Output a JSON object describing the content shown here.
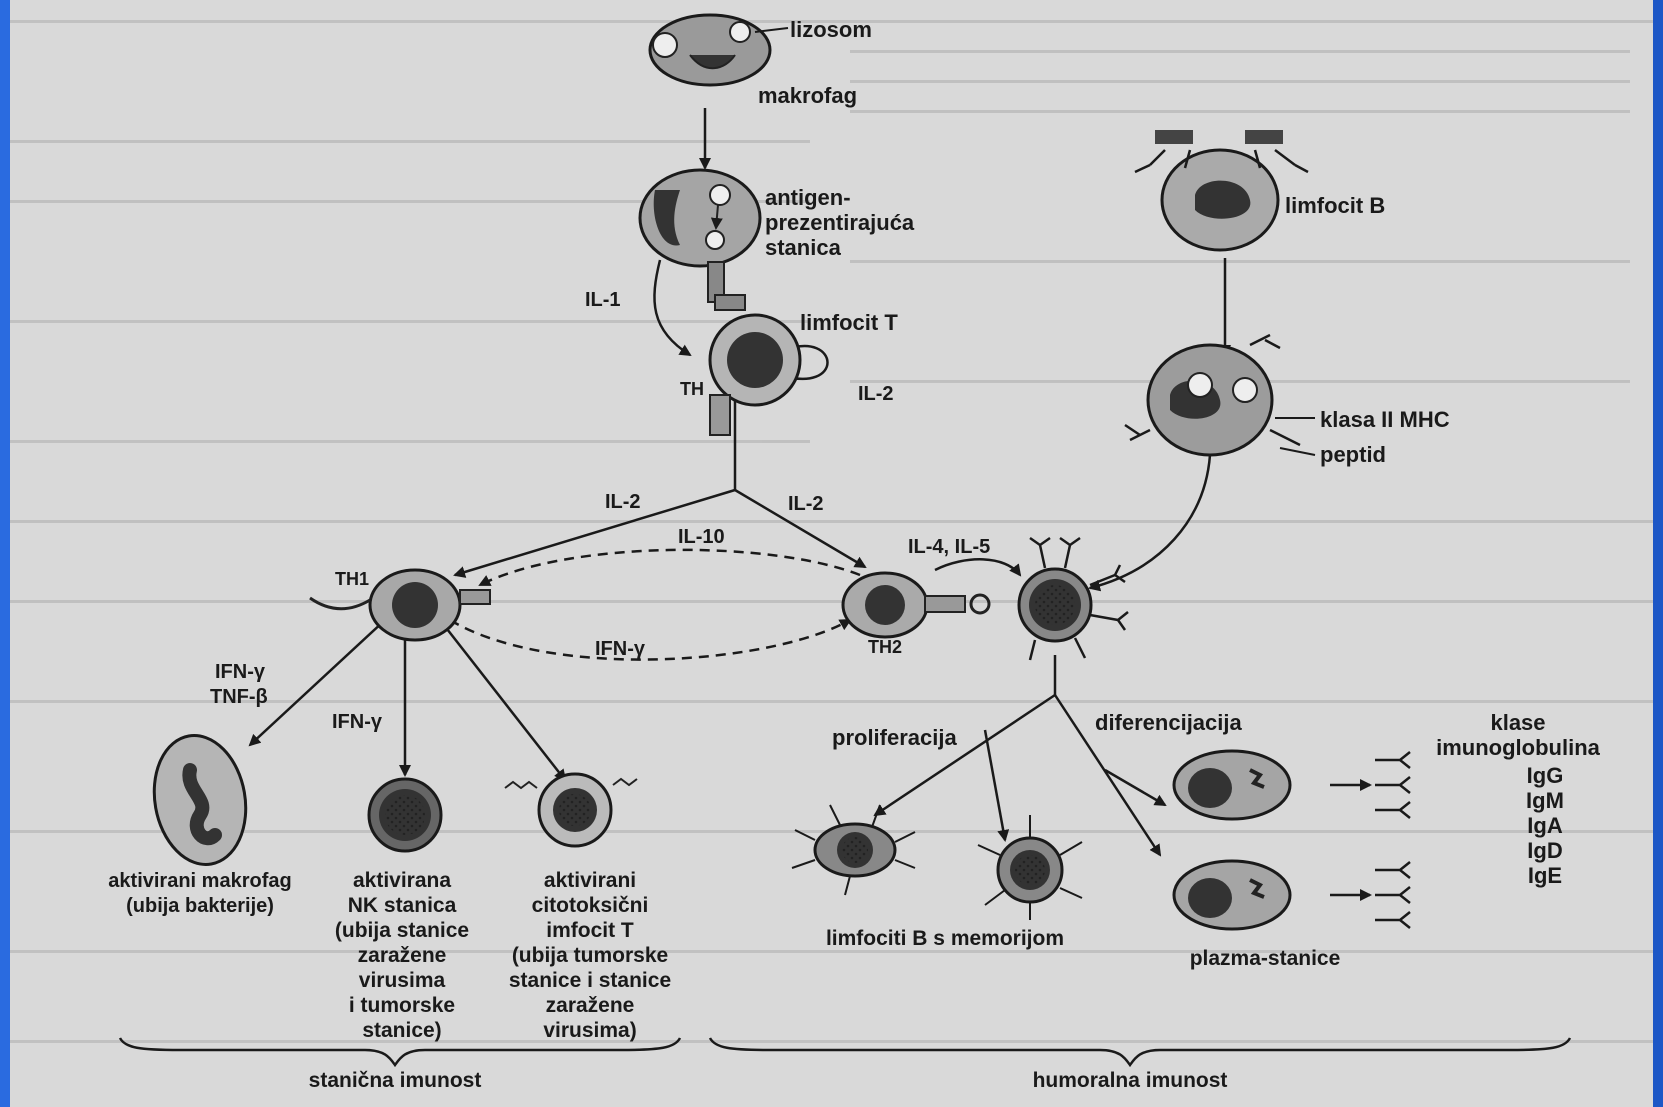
{
  "frame": {
    "border_color": "#1f5fd0",
    "background": "#d9d9d9"
  },
  "cells": {
    "lizosom": "lizosom",
    "makrofag": "makrofag",
    "apc_1": "antigen-",
    "apc_2": "prezentirajuća",
    "apc_3": "stanica",
    "limfocit_t": "limfocit T",
    "th": "TH",
    "limfocit_b": "limfocit B",
    "klasa_mhc": "klasa II MHC",
    "peptid": "peptid",
    "th1": "TH1",
    "th2": "TH2"
  },
  "cytokines": {
    "il1": "IL-1",
    "il2_loop": "IL-2",
    "il2_left": "IL-2",
    "il2_right": "IL-2",
    "il10": "IL-10",
    "il4_il5": "IL-4, IL-5",
    "ifn_th1_th2": "IFN-γ",
    "ifn_left_1": "IFN-γ",
    "ifn_left_2": "TNF-β",
    "ifn_mid": "IFN-γ"
  },
  "processes": {
    "proliferacija": "proliferacija",
    "diferencijacija": "diferencijacija"
  },
  "outcomes": {
    "makrofag_1": "aktivirani makrofag",
    "makrofag_2": "(ubija bakterije)",
    "nk_1": "aktivirana",
    "nk_2": "NK stanica",
    "nk_3": "(ubija stanice",
    "nk_4": "zaražene",
    "nk_5": "virusima",
    "nk_6": "i tumorske",
    "nk_7": "stanice)",
    "ctl_1": "aktivirani",
    "ctl_2": "citotoksični",
    "ctl_3": "imfocit T",
    "ctl_4": "(ubija tumorske",
    "ctl_5": "stanice i stanice",
    "ctl_6": "zaražene",
    "ctl_7": "virusima)",
    "memory_b": "limfociti B s memorijom",
    "plasma": "plazma-stanice"
  },
  "immunoglobulins": {
    "title_1": "klase",
    "title_2": "imunoglobulina",
    "classes": [
      "IgG",
      "IgM",
      "IgA",
      "IgD",
      "IgE"
    ]
  },
  "immunity": {
    "cellular": "stanična imunost",
    "humoral": "humoralna imunost"
  }
}
